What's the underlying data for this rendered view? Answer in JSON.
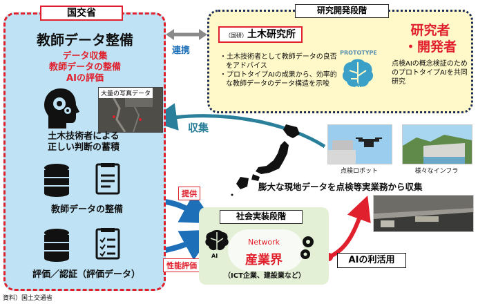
{
  "ministry": {
    "title": "国交省",
    "teacher_title": "教師データ整備",
    "items": [
      "データ収集",
      "教師データの整備",
      "AIの評価"
    ],
    "photo_caption": "大量の写真データ",
    "expert_label_1": "土木技術者による",
    "expert_label_2": "正しい判断の蓄積",
    "prep_label": "教師データの整備",
    "eval_label": "評価／認証（評価データ）"
  },
  "research": {
    "title": "研究開発段階",
    "pwri_prefix": "（国研）",
    "pwri_name": "土木研究所",
    "bullets": [
      "・土木技術者として教師データの良否をアドバイス",
      "・プロトタイプAIの成果から、効率的な教師データのデータ構造を示唆"
    ],
    "prototype_label": "PROTOTYPE",
    "ai_label": "AI",
    "researcher_line1": "研究者",
    "researcher_line2": "・開発者",
    "researcher_desc": "点検AIの概念検証のためのプロトタイプAIを共同研究"
  },
  "link_label": "連携",
  "collect_label": "収集",
  "robot_label": "点検ロボット",
  "infra_label": "様々なインフラ",
  "bulk_collect": "膨大な現地データを点検等実業務から収集",
  "provide_label": "提供",
  "perf_label": "性能評価",
  "social": {
    "title": "社会実装段階",
    "network": "Network",
    "ai": "AI",
    "industry": "産業界",
    "industry_sub": "（ICT企業、建設業など）"
  },
  "ai_use": "AIの利活用",
  "source": "資料）国土交通省",
  "colors": {
    "red": "#e0202c",
    "blue": "#1d6fb8",
    "teal": "#2a7f9a",
    "ministry_bg": "#bfe3f5",
    "research_bg": "#fff8c8"
  }
}
